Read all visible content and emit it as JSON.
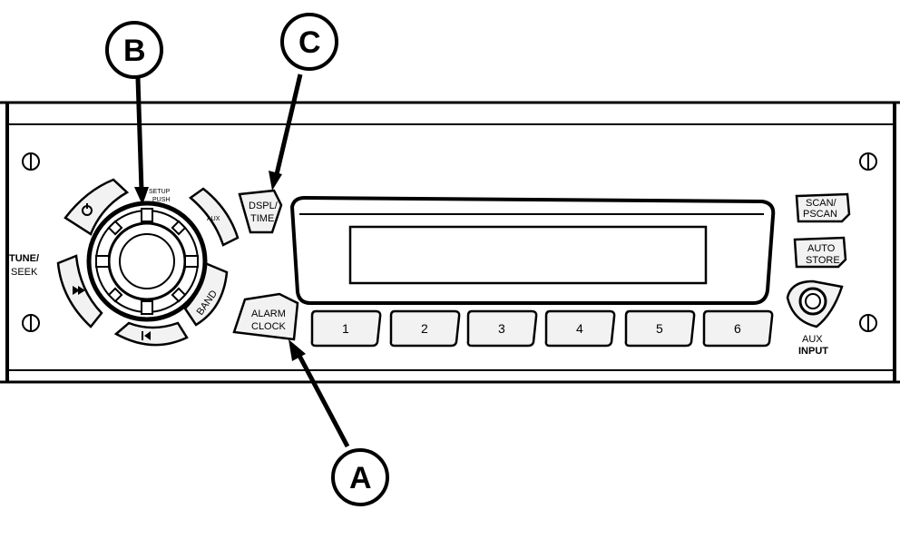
{
  "callouts": {
    "a": "A",
    "b": "B",
    "c": "C"
  },
  "knob": {
    "label_line1": "SETUP",
    "label_line2": "PUSH"
  },
  "tune_seek": {
    "line1": "TUNE/",
    "line2": "SEEK"
  },
  "buttons": {
    "power_icon": "power-icon",
    "aux_small": "AUX",
    "band": "BAND",
    "next_icon": "skip-forward-icon",
    "prev_icon": "skip-back-icon",
    "dspl_time": {
      "line1": "DSPL/",
      "line2": "TIME"
    },
    "alarm_clock": {
      "line1": "ALARM",
      "line2": "CLOCK"
    },
    "scan_pscan": {
      "line1": "SCAN/",
      "line2": "PSCAN"
    },
    "auto_store": {
      "line1": "AUTO",
      "line2": "STORE"
    }
  },
  "presets": [
    "1",
    "2",
    "3",
    "4",
    "5",
    "6"
  ],
  "aux_input": {
    "line1": "AUX",
    "line2": "INPUT"
  },
  "colors": {
    "line": "#000000",
    "panel": "#ffffff",
    "button_fill": "#f2f2f2"
  }
}
